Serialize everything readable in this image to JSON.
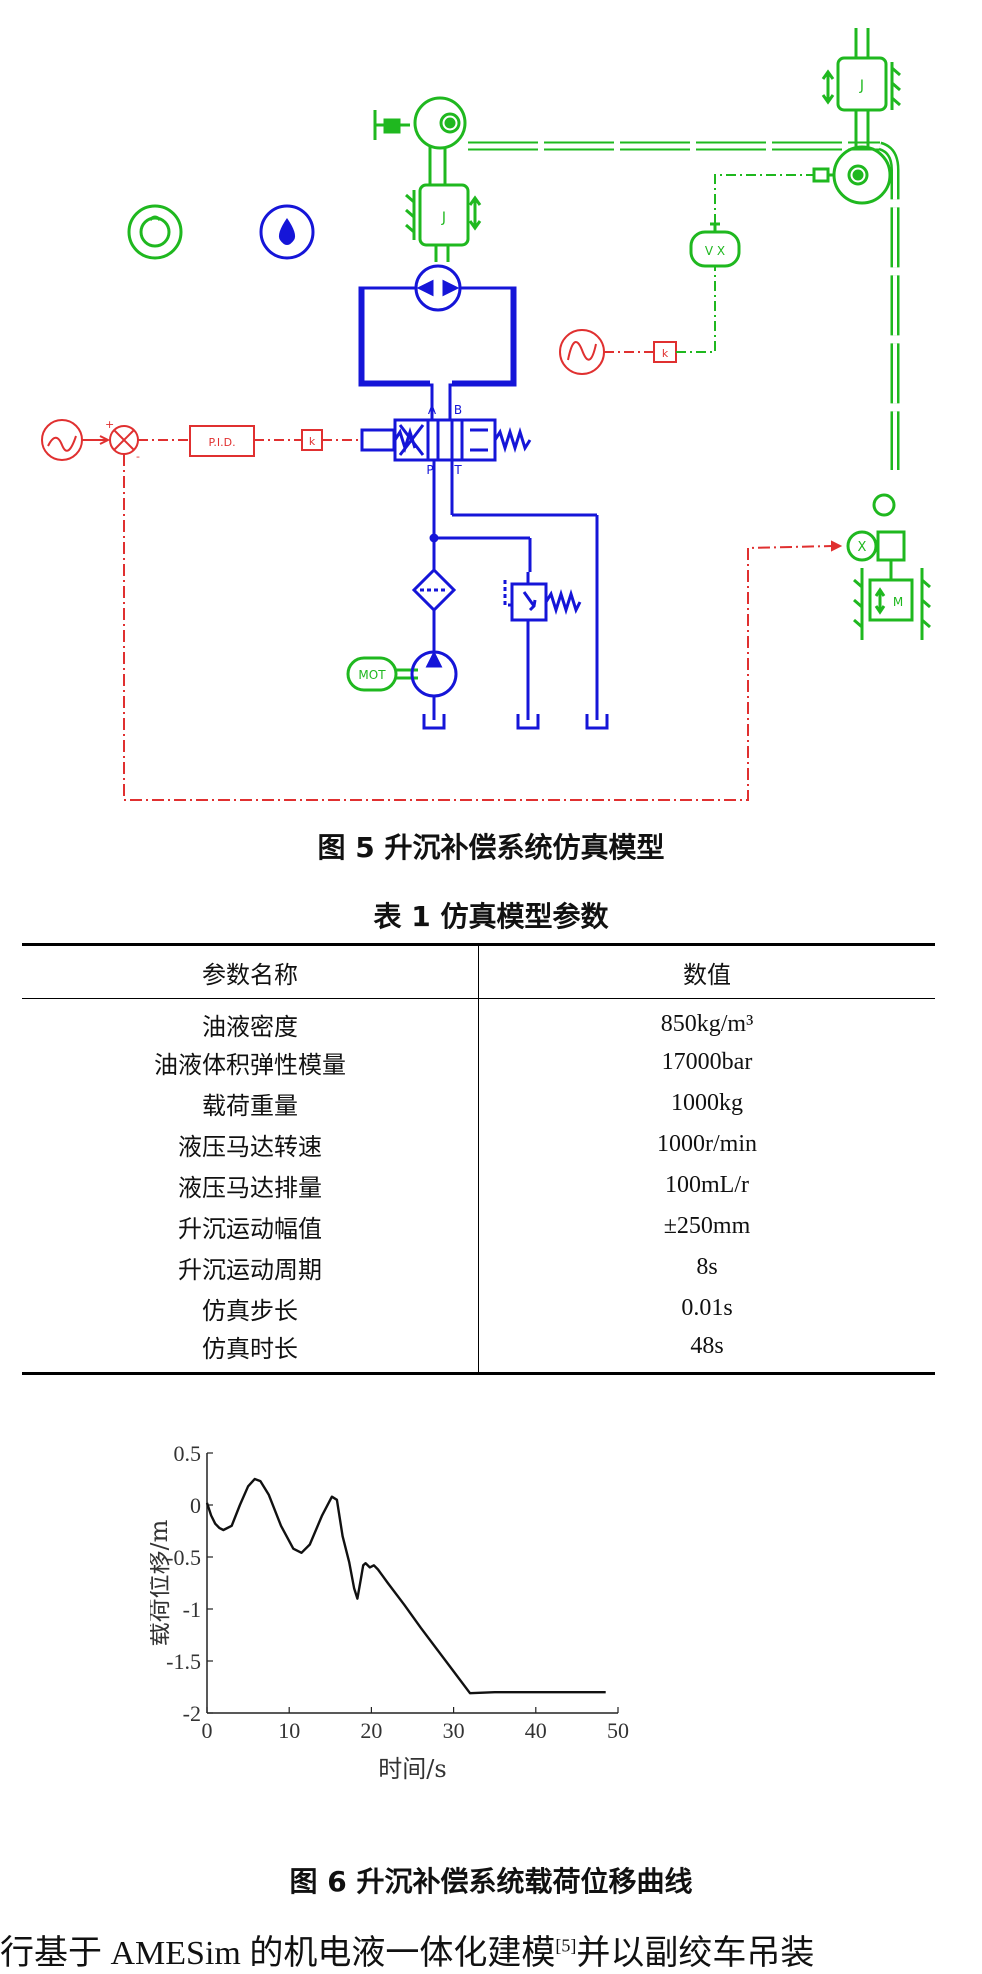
{
  "figure5": {
    "caption": "图 5  升沉补偿系统仿真模型",
    "labels": {
      "pid": "P.I.D.",
      "k": "k",
      "mot": "MOT",
      "port_a": "A",
      "port_b": "B",
      "port_p": "P",
      "port_t": "T",
      "j": "J",
      "m": "M"
    },
    "colors": {
      "hydraulic": "#1515d8",
      "mechanical": "#1fb81f",
      "signal": "#e03030"
    }
  },
  "table1": {
    "caption": "表 1  仿真模型参数",
    "headers": [
      "参数名称",
      "数值"
    ],
    "rows": [
      [
        "油液密度",
        "850kg/m³"
      ],
      [
        "油液体积弹性模量",
        "17000bar"
      ],
      [
        "载荷重量",
        "1000kg"
      ],
      [
        "液压马达转速",
        "1000r/min"
      ],
      [
        "液压马达排量",
        "100mL/r"
      ],
      [
        "升沉运动幅值",
        "±250mm"
      ],
      [
        "升沉运动周期",
        "8s"
      ],
      [
        "仿真步长",
        "0.01s"
      ],
      [
        "仿真时长",
        "48s"
      ]
    ]
  },
  "chart_data": {
    "type": "line",
    "title": "",
    "xlabel": "时间/s",
    "ylabel": "载荷位移/m",
    "xlim": [
      0,
      50
    ],
    "ylim": [
      -2,
      0.5
    ],
    "xticks": [
      "0",
      "10",
      "20",
      "30",
      "40",
      "50"
    ],
    "yticks": [
      "0.5",
      "0",
      "-0.5",
      "-1",
      "-1.5",
      "-2"
    ],
    "grid": false,
    "series": [
      {
        "x": [
          0,
          0.5,
          1,
          1.5,
          2,
          3,
          4,
          5,
          5.8,
          6.5,
          7.5,
          9,
          10.5,
          11.5,
          12.5,
          14,
          15.2,
          15.8,
          16.5,
          17.3,
          17.9,
          18.3,
          18.7,
          19,
          19.3,
          19.8,
          20.3,
          20.8,
          22,
          24,
          26,
          28,
          30,
          32,
          35,
          40,
          45,
          48.5
        ],
        "y": [
          0.02,
          -0.1,
          -0.18,
          -0.22,
          -0.24,
          -0.2,
          0.0,
          0.18,
          0.25,
          0.23,
          0.1,
          -0.2,
          -0.42,
          -0.46,
          -0.38,
          -0.1,
          0.08,
          0.05,
          -0.3,
          -0.55,
          -0.8,
          -0.9,
          -0.72,
          -0.58,
          -0.56,
          -0.6,
          -0.58,
          -0.62,
          -0.75,
          -0.96,
          -1.18,
          -1.39,
          -1.6,
          -1.81,
          -1.8,
          -1.8,
          -1.8,
          -1.8
        ]
      }
    ]
  },
  "figure6": {
    "caption": "图 6  升沉补偿系统载荷位移曲线"
  },
  "body_text": {
    "before": "行基于 AMESim 的机电液一体化建模",
    "ref": "[5]",
    "after": "并以副绞车吊装"
  }
}
